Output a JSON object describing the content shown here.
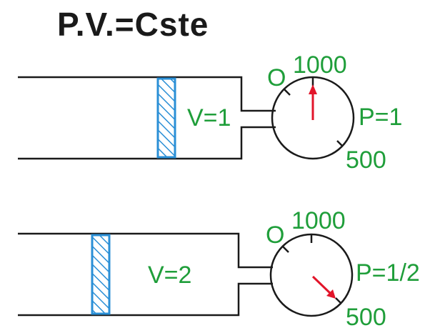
{
  "title": "P.V.=Cste",
  "colors": {
    "label": "#1f9e3a",
    "piston": "#2a8fd6",
    "needle": "#e2152a",
    "line": "#1a1a1a"
  },
  "cylinders": [
    {
      "volume_label": "V=1",
      "pressure_label": "P=1",
      "gauge": {
        "zero_label": "O",
        "top_label": "1000",
        "bottom_label": "500",
        "reading": 1000
      }
    },
    {
      "volume_label": "V=2",
      "pressure_label": "P=1/2",
      "gauge": {
        "zero_label": "O",
        "top_label": "1000",
        "bottom_label": "500",
        "reading": 500
      }
    }
  ]
}
